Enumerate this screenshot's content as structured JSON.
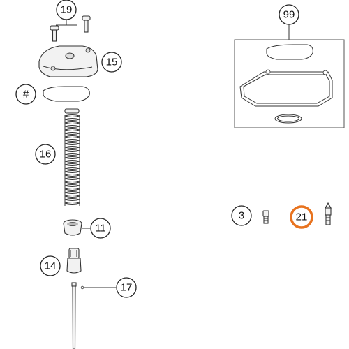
{
  "callouts": {
    "c19": "19",
    "c15": "15",
    "chash": "#",
    "c16": "16",
    "c11": "11",
    "c14": "14",
    "c17": "17",
    "c99": "99",
    "c3": "3",
    "c21": "21"
  },
  "colors": {
    "highlight": "#e8731f",
    "stroke": "#333333",
    "fill": "#f2f2f2"
  }
}
